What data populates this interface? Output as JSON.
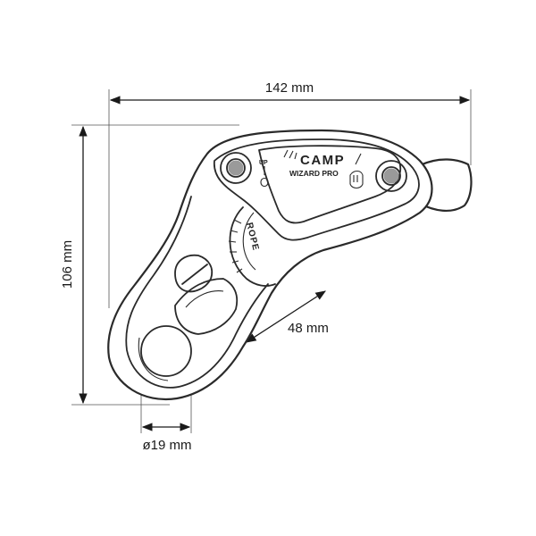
{
  "dimensions": {
    "width": "142 mm",
    "height": "106 mm",
    "rope_channel": "48 mm",
    "hole_diameter": "ø19 mm"
  },
  "device": {
    "brand": "CAMP",
    "model": "WIZARD PRO",
    "up_marking": "UP",
    "rope_marking": "ROPE"
  },
  "colors": {
    "line": "#2a2a2a",
    "dimension": "#1a1a1a",
    "background": "#ffffff"
  }
}
